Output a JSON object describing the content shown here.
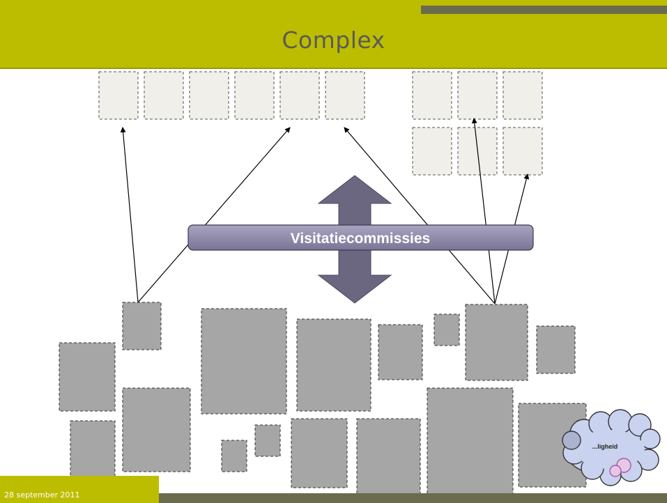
{
  "slide": {
    "title": "Complex",
    "date": "28 september 2011"
  },
  "diagram": {
    "banner_label": "Visitatiecommissies",
    "cloud_label": "...ligheid"
  },
  "colors": {
    "header": "#bdbd00",
    "dark_bar": "#6b6b4e",
    "light_box": "#f1efe9",
    "gray_box": "#a6a6a6",
    "banner_fill": "#8c87a6",
    "arrow_fill": "#6b6780",
    "cloud_fill": "#c9d2ee"
  }
}
